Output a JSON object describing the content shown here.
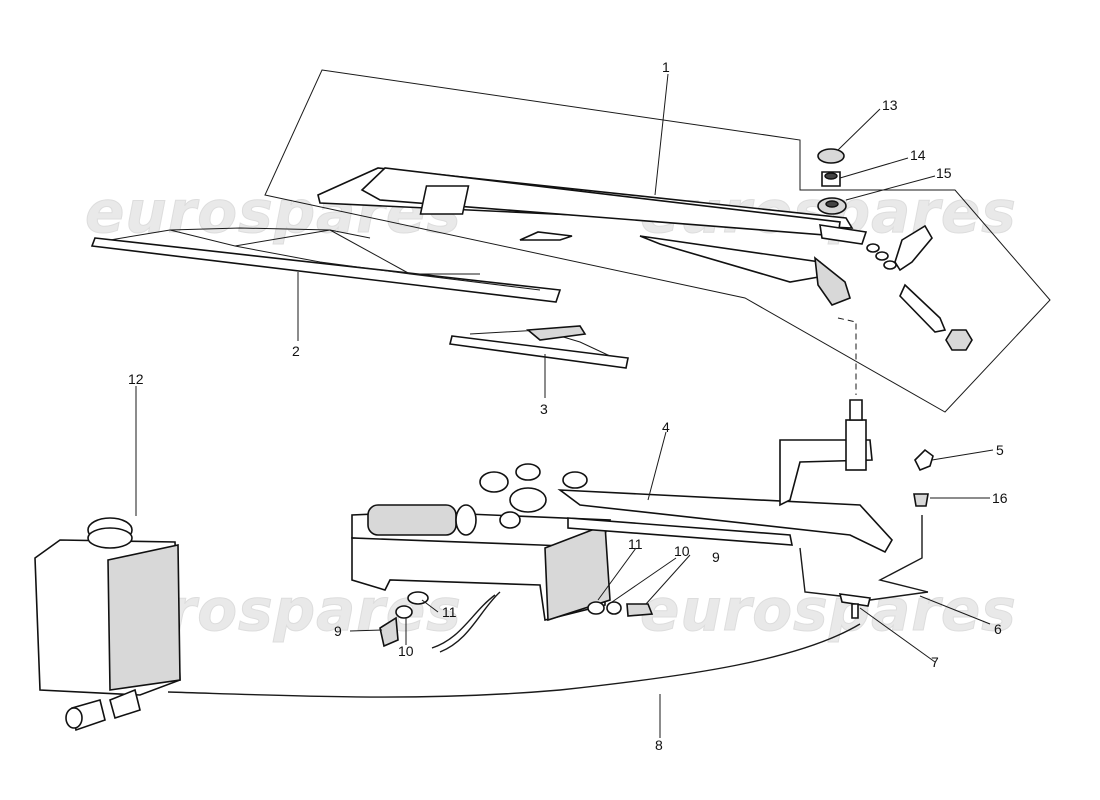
{
  "watermark": "eurospares",
  "callouts": [
    {
      "id": "1",
      "label": "1"
    },
    {
      "id": "2",
      "label": "2"
    },
    {
      "id": "3",
      "label": "3"
    },
    {
      "id": "4",
      "label": "4"
    },
    {
      "id": "5",
      "label": "5"
    },
    {
      "id": "6",
      "label": "6"
    },
    {
      "id": "7",
      "label": "7"
    },
    {
      "id": "8",
      "label": "8"
    },
    {
      "id": "9a",
      "label": "9"
    },
    {
      "id": "9b",
      "label": "9"
    },
    {
      "id": "10a",
      "label": "10"
    },
    {
      "id": "10b",
      "label": "10"
    },
    {
      "id": "11a",
      "label": "11"
    },
    {
      "id": "11b",
      "label": "11"
    },
    {
      "id": "12",
      "label": "12"
    },
    {
      "id": "13",
      "label": "13"
    },
    {
      "id": "14",
      "label": "14"
    },
    {
      "id": "15",
      "label": "15"
    },
    {
      "id": "16",
      "label": "16"
    }
  ]
}
